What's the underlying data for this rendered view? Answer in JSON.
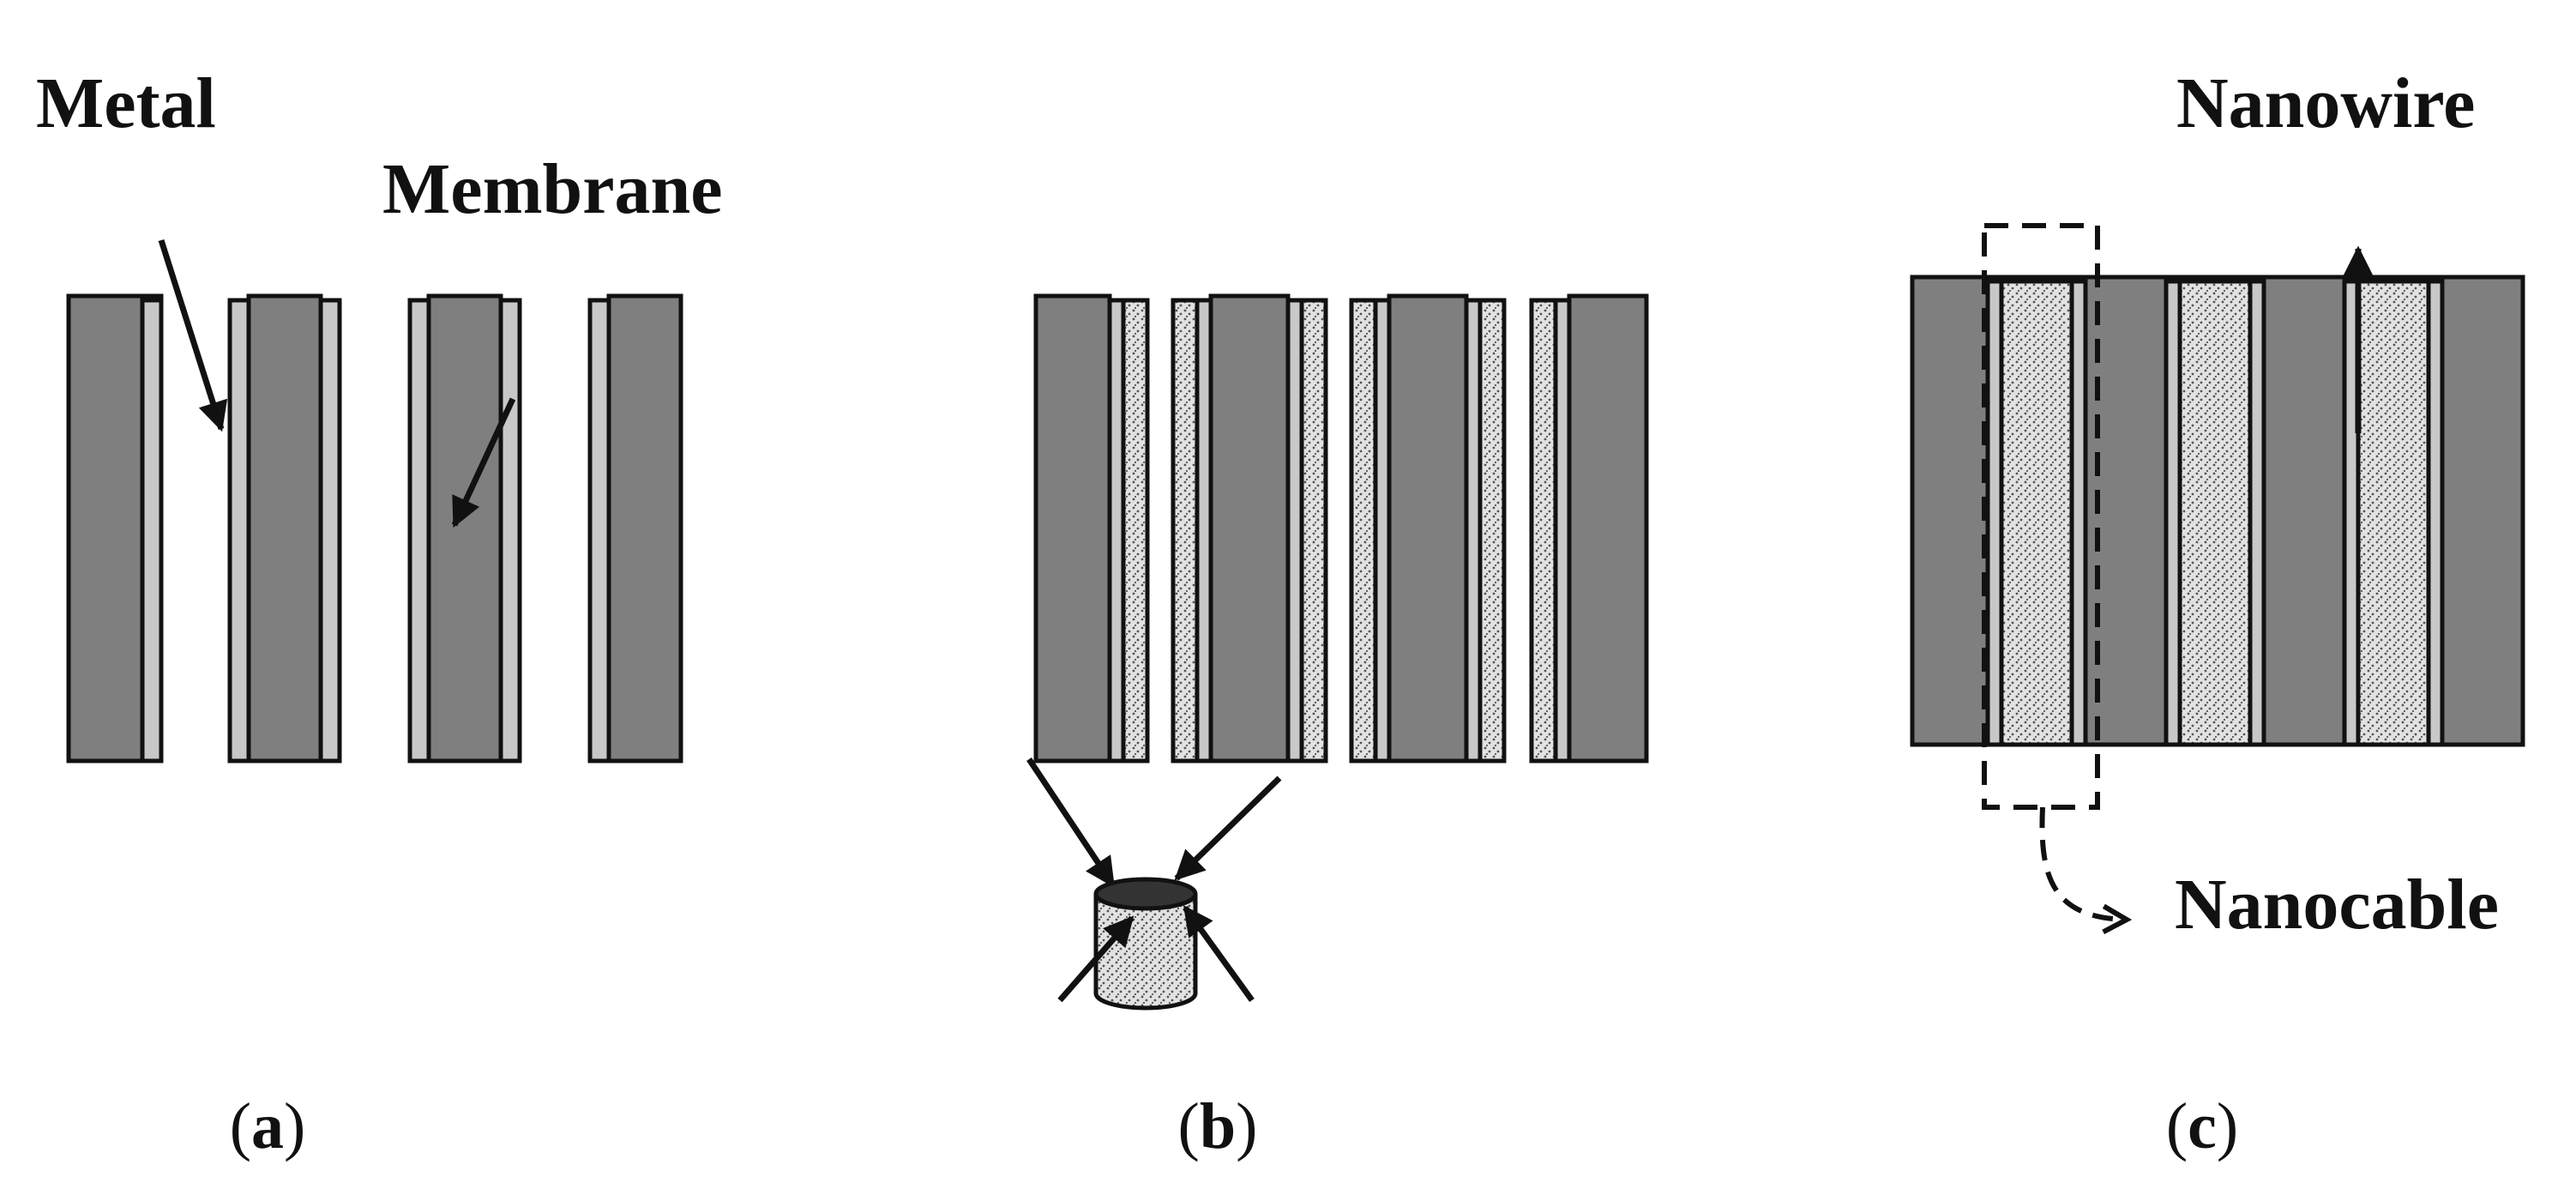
{
  "labels": {
    "metal": "Metal",
    "membrane": "Membrane",
    "nanowire": "Nanowire",
    "nanocable": "Nanocable"
  },
  "captions": [
    {
      "open": "(",
      "letter": "a",
      "close": ")"
    },
    {
      "open": "(",
      "letter": "b",
      "close": ")"
    },
    {
      "open": "(",
      "letter": "c",
      "close": ")"
    }
  ],
  "colors": {
    "membrane": "#7f7f7f",
    "metal_layer": "#c8c8c8",
    "filling": "#d9d9d9",
    "outline": "#111111"
  }
}
